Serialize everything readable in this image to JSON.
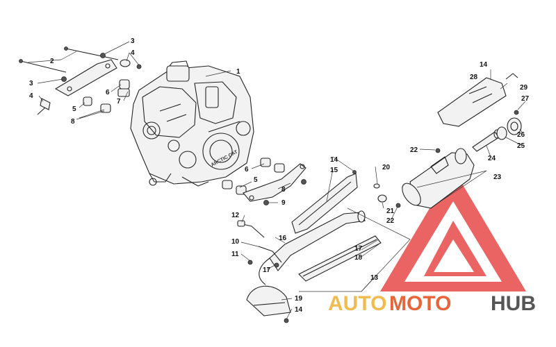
{
  "watermark": {
    "word_1": "AUTO",
    "word_2": "MOTO",
    "word_3": "HUB",
    "color_light": "#f0bc50",
    "color_mid": "#e8653a",
    "color_dark": "#555555",
    "logo_color": "#e84a4a"
  },
  "callouts": [
    {
      "id": "c1",
      "text": "1"
    },
    {
      "id": "c2",
      "text": "2"
    },
    {
      "id": "c3a",
      "text": "3"
    },
    {
      "id": "c3b",
      "text": "3"
    },
    {
      "id": "c4a",
      "text": "4"
    },
    {
      "id": "c4b",
      "text": "4"
    },
    {
      "id": "c5a",
      "text": "5"
    },
    {
      "id": "c5b",
      "text": "5"
    },
    {
      "id": "c6a",
      "text": "6"
    },
    {
      "id": "c6b",
      "text": "6"
    },
    {
      "id": "c7",
      "text": "7"
    },
    {
      "id": "c8a",
      "text": "8"
    },
    {
      "id": "c8b",
      "text": "8"
    },
    {
      "id": "c9",
      "text": "9"
    },
    {
      "id": "c10",
      "text": "10"
    },
    {
      "id": "c11",
      "text": "11"
    },
    {
      "id": "c12",
      "text": "12"
    },
    {
      "id": "c13",
      "text": "13"
    },
    {
      "id": "c14a",
      "text": "14"
    },
    {
      "id": "c14b",
      "text": "14"
    },
    {
      "id": "c14c",
      "text": "14"
    },
    {
      "id": "c15",
      "text": "15"
    },
    {
      "id": "c16",
      "text": "16"
    },
    {
      "id": "c17a",
      "text": "17"
    },
    {
      "id": "c17b",
      "text": "17"
    },
    {
      "id": "c18",
      "text": "18"
    },
    {
      "id": "c19",
      "text": "19"
    },
    {
      "id": "c20",
      "text": "20"
    },
    {
      "id": "c21",
      "text": "21"
    },
    {
      "id": "c22a",
      "text": "22"
    },
    {
      "id": "c22b",
      "text": "22"
    },
    {
      "id": "c23",
      "text": "23"
    },
    {
      "id": "c24",
      "text": "24"
    },
    {
      "id": "c25",
      "text": "25"
    },
    {
      "id": "c26",
      "text": "26"
    },
    {
      "id": "c27",
      "text": "27"
    },
    {
      "id": "c28",
      "text": "28"
    },
    {
      "id": "c29",
      "text": "29"
    }
  ]
}
